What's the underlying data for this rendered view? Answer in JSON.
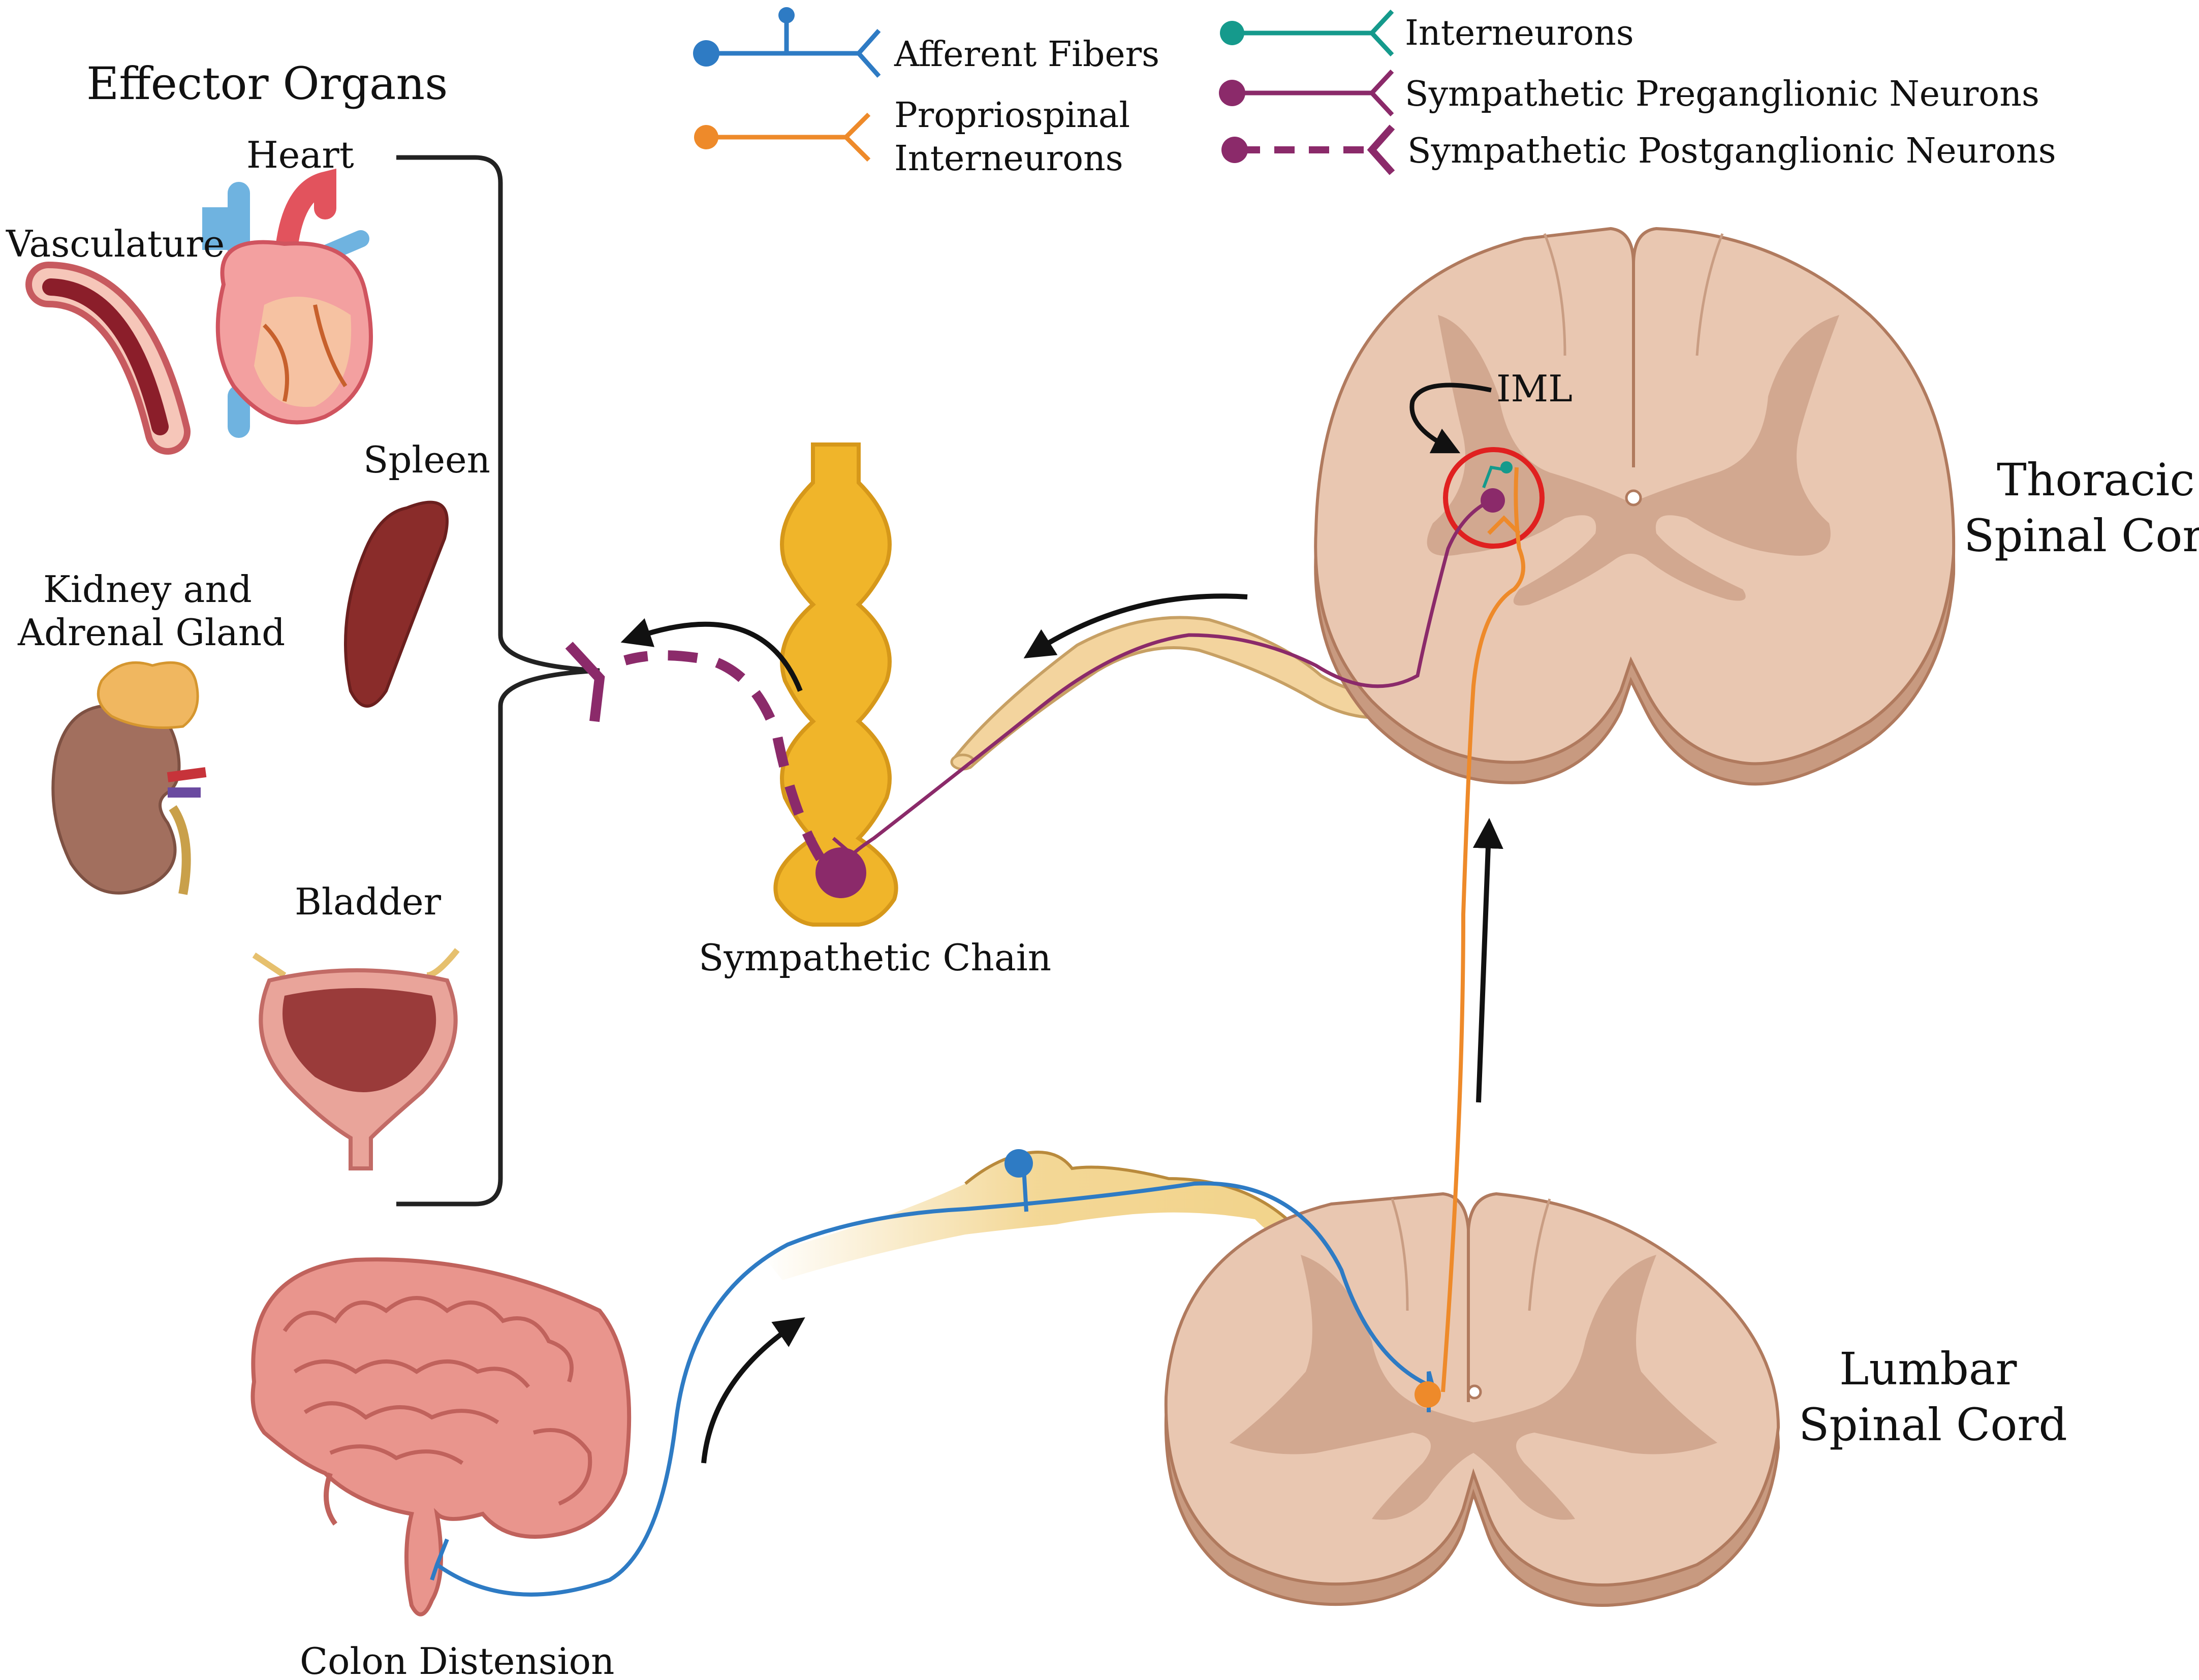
{
  "legend": {
    "afferent": "Afferent Fibers",
    "propriospinal_line1": "Propriospinal",
    "propriospinal_line2": "Interneurons",
    "interneurons": "Interneurons",
    "preganglionic": "Sympathetic Preganglionic Neurons",
    "postganglionic": "Sympathetic Postganglionic Neurons"
  },
  "effector": {
    "title": "Effector Organs",
    "heart": "Heart",
    "vasculature": "Vasculature",
    "spleen": "Spleen",
    "kidney_line1": "Kidney and",
    "kidney_line2": "Adrenal Gland",
    "bladder": "Bladder"
  },
  "labels": {
    "iml": "IML",
    "sympathetic_chain": "Sympathetic Chain",
    "thoracic_line1": "Thoracic",
    "thoracic_line2": "Spinal Cord",
    "lumbar_line1": "Lumbar",
    "lumbar_line2": "Spinal Cord",
    "colon": "Colon Distension"
  },
  "colors": {
    "afferent": "#2e7bc4",
    "propriospinal": "#ee8a2a",
    "interneuron": "#159a8c",
    "sympathetic": "#8b2a6a",
    "cord_white": "#e9c7b1",
    "cord_gray": "#d2a890",
    "cord_edge": "#b07a5e",
    "chain": "#f0b52a",
    "highlight": "#e02020"
  },
  "icons": {
    "heart": "heart-icon",
    "vasculature": "blood-vessel-icon",
    "spleen": "spleen-icon",
    "kidney": "kidney-adrenal-icon",
    "bladder": "bladder-icon",
    "colon": "colon-icon"
  }
}
